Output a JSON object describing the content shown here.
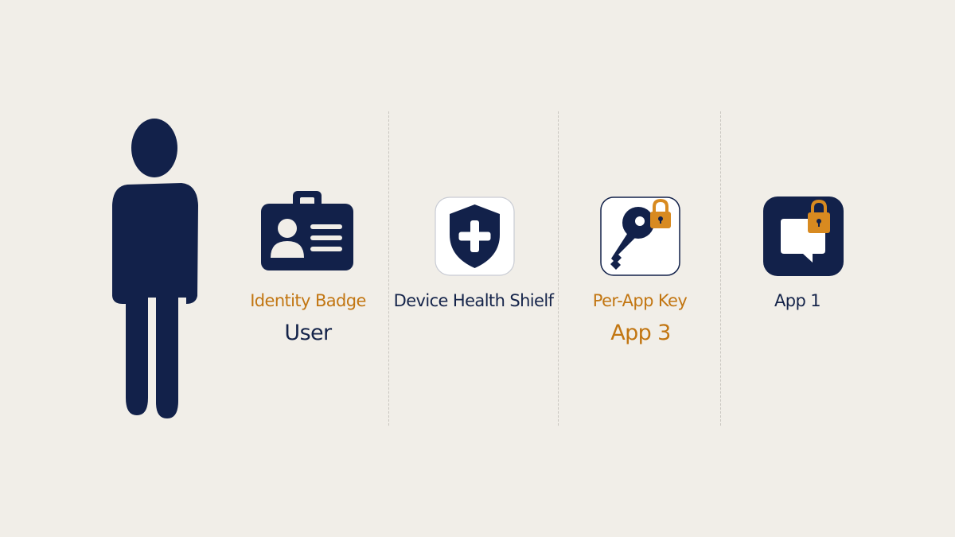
{
  "colors": {
    "navy": "#12214a",
    "orange": "#d88a20",
    "background": "#f1eee8",
    "divider": "#c9c6c0"
  },
  "icons": [
    "person-icon",
    "identity-badge-icon",
    "shield-plus-icon",
    "key-icon",
    "padlock-icon",
    "chat-bubble-icon"
  ],
  "columns": {
    "badge": {
      "label": "Identity Badge",
      "sublabel": "User"
    },
    "shield": {
      "label": "Device Health Shielf"
    },
    "key": {
      "label": "Per-App Key",
      "sublabel": "App 3"
    },
    "app": {
      "label": "App 1"
    }
  }
}
